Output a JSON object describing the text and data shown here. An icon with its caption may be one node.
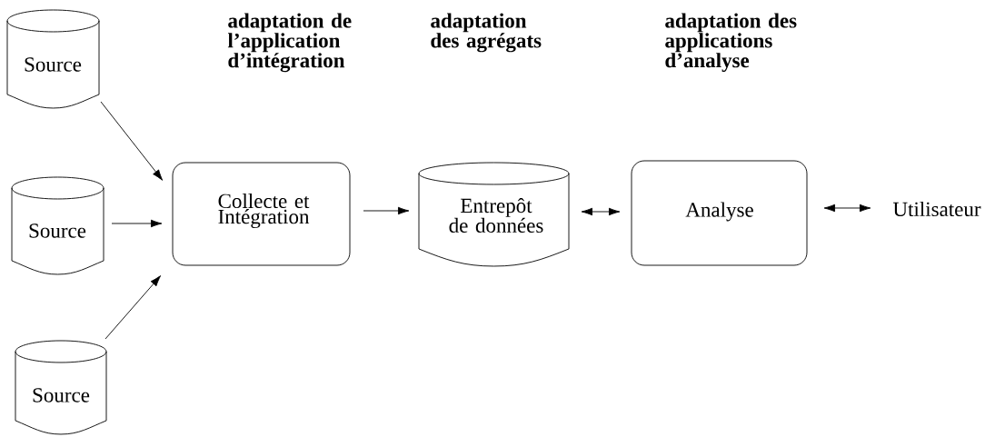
{
  "diagram": {
    "nodes": [
      {
        "text": [
          "Source"
        ]
      },
      {
        "text": [
          "Source"
        ]
      },
      {
        "text": [
          "Source"
        ]
      },
      {
        "text": [
          "Collecte et Intégration"
        ]
      },
      {
        "text": [
          "Entrepôt de données"
        ]
      },
      {
        "text": [
          "Analyse"
        ]
      },
      {
        "text": [
          "Utilisateur"
        ]
      }
    ],
    "edges": [
      {
        "from": 0,
        "to": 3,
        "arrow": "to"
      },
      {
        "from": 1,
        "to": 3,
        "arrow": "to"
      },
      {
        "from": 2,
        "to": 3,
        "arrow": "to"
      },
      {
        "from": 3,
        "to": 4,
        "arrow": "to"
      },
      {
        "from": 4,
        "to": 5,
        "arrow": "both"
      },
      {
        "from": 5,
        "to": 6,
        "arrow": "both"
      }
    ],
    "labels": [
      "adaptation de l’application d’intégration",
      "adaptation des agrégats",
      "adaptation des applications d’analyse"
    ]
  }
}
